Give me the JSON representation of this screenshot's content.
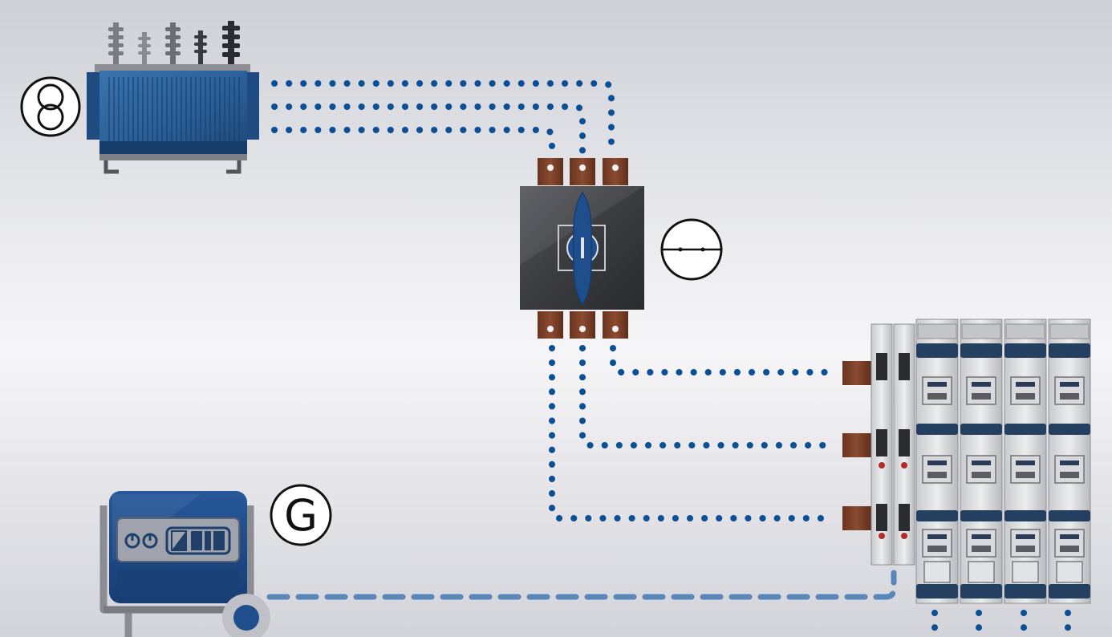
{
  "diagram": {
    "symbols": {
      "transformer": "transformer-symbol",
      "switch": "switch-symbol",
      "generator": "G"
    },
    "colors": {
      "background": "#e4e5ea",
      "cable": "#0d4f95",
      "cable_generator": "#5b86b8",
      "terminal": "#7a4128",
      "transformer_body": "#2a5d96",
      "switch_body": "#3a3b3f",
      "generator_body": "#1f4a86",
      "panel_cap": "#243f5f"
    },
    "components": [
      {
        "name": "transformer",
        "icon": "transformer-icon"
      },
      {
        "name": "load-break-switch",
        "icon": "rotary-switch-icon"
      },
      {
        "name": "generator",
        "icon": "generator-icon"
      },
      {
        "name": "distribution-panel",
        "icon": "fuse-rail-icon"
      }
    ]
  }
}
